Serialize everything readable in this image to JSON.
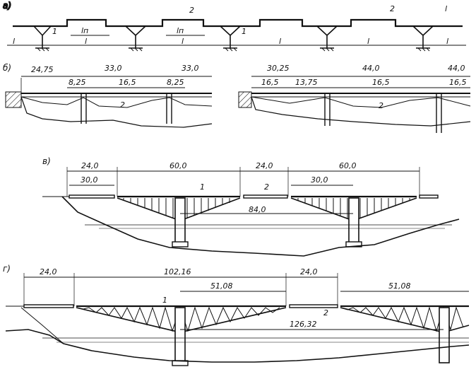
{
  "panels": {
    "a": {
      "letter": "а)",
      "labels": [
        "l",
        "1",
        "l",
        "lп",
        "2",
        "l",
        "lп",
        "l",
        "1",
        "l",
        "l",
        "2",
        "l"
      ]
    },
    "b": {
      "letter": "б)",
      "left_dims": [
        "24,75",
        "33,0",
        "33,0",
        "8,25",
        "16,5",
        "8,25",
        "2"
      ],
      "right_dims": [
        "30,25",
        "44,0",
        "44,0",
        "16,5",
        "13,75",
        "16,5",
        "16,5",
        "2"
      ]
    },
    "v": {
      "letter": "в)",
      "dims": [
        "24,0",
        "60,0",
        "24,0",
        "60,0",
        "30,0",
        "30,0",
        "84,0",
        "1",
        "2"
      ]
    },
    "g": {
      "letter": "г)",
      "dims": [
        "24,0",
        "102,16",
        "24,0",
        "51,08",
        "51,08",
        "126,32",
        "1",
        "2"
      ]
    }
  },
  "colors": {
    "ink": "#111111",
    "paper": "#ffffff"
  }
}
